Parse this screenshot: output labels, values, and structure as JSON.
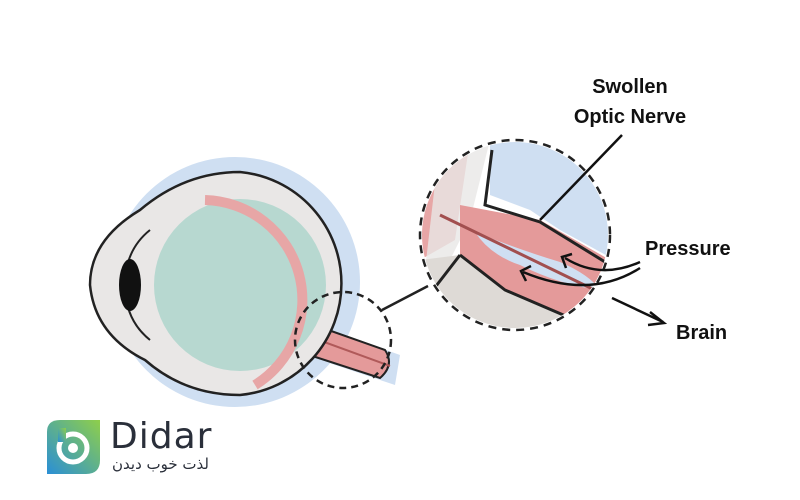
{
  "labels": {
    "swollen_line1": "Swollen",
    "swollen_line2": "Optic Nerve",
    "pressure": "Pressure",
    "brain": "Brain"
  },
  "logo": {
    "name": "Didar",
    "tagline": "لذت خوب دیدن"
  },
  "colors": {
    "halo": "#cfdff2",
    "sclera": "#e9e7e6",
    "vitreous": "#b7d8d0",
    "retina": "#e7a6a6",
    "nerve": "#e49a9a",
    "outline": "#111111"
  }
}
